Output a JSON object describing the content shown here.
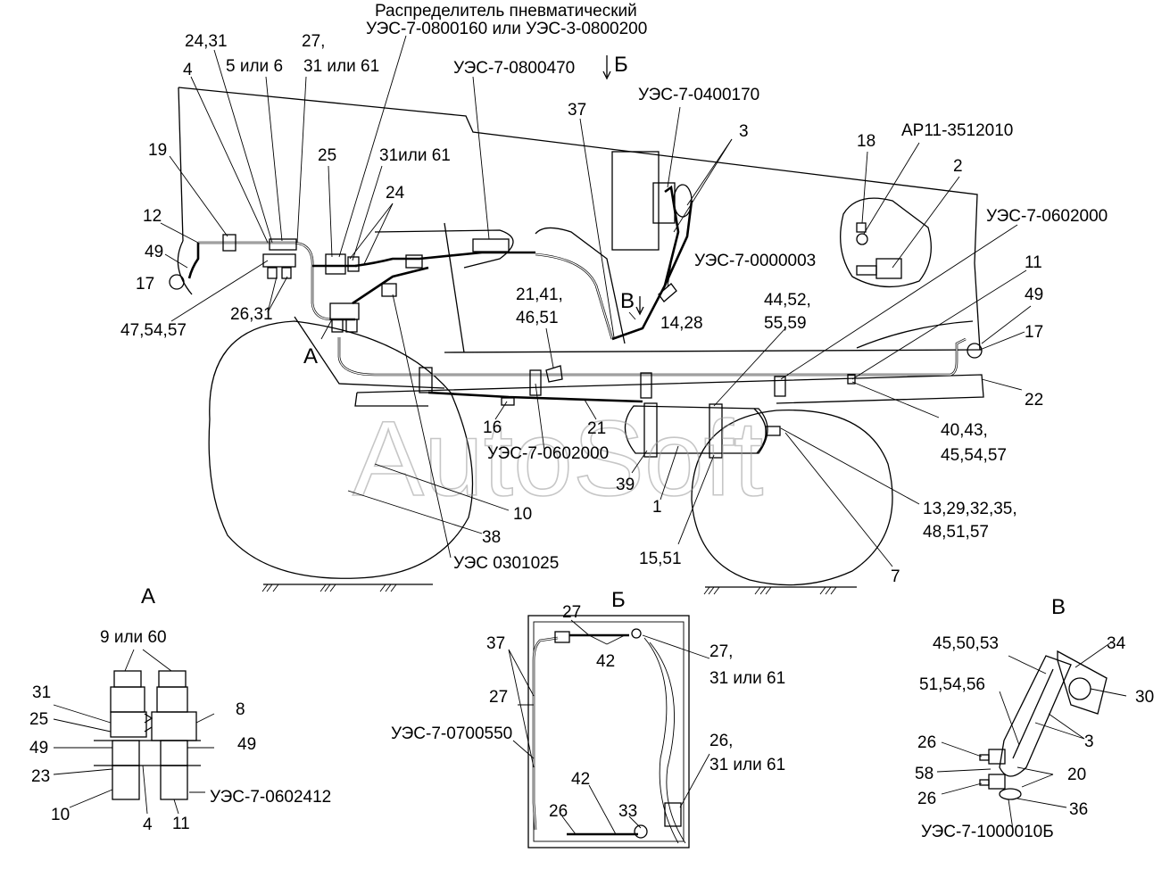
{
  "watermark": "AutoSoft",
  "header": {
    "line1": "Распределитель пневматический",
    "line2": "УЭС-7-0800160 или УЭС-3-0800200"
  },
  "main_view": {
    "labels": [
      "24,31",
      "4",
      "5 или 6",
      "27,",
      "31 или 61",
      "УЭС-7-0800470",
      "Б",
      "37",
      "УЭС-7-0400170",
      "3",
      "19",
      "25",
      "31или 61",
      "24",
      "12",
      "49",
      "17",
      "47,54,57",
      "26,31",
      "18",
      "АР11-3512010",
      "2",
      "УЭС-7-0602000",
      "УЭС-7-0000003",
      "11",
      "49",
      "17",
      "21,41,",
      "46,51",
      "В",
      "14,28",
      "44,52,",
      "55,59",
      "А",
      "16",
      "21",
      "УЭС-7-0602000",
      "22",
      "40,43,",
      "45,54,57",
      "39",
      "1",
      "10",
      "13,29,32,35,",
      "48,51,57",
      "38",
      "15,51",
      "УЭС 0301025",
      "7"
    ]
  },
  "view_a": {
    "title": "А",
    "labels": [
      "9 или 60",
      "31",
      "8",
      "25",
      "49",
      "49",
      "23",
      "УЭС-7-0602412",
      "10",
      "4",
      "11"
    ]
  },
  "view_b": {
    "title": "Б",
    "labels": [
      "27",
      "37",
      "42",
      "27,",
      "31 или 61",
      "27",
      "УЭС-7-0700550",
      "26,",
      "31 или 61",
      "42",
      "26",
      "33"
    ]
  },
  "view_v": {
    "title": "В",
    "labels": [
      "45,50,53",
      "34",
      "51,54,56",
      "30",
      "26",
      "3",
      "58",
      "20",
      "26",
      "36",
      "УЭС-7-1000010Б"
    ]
  }
}
